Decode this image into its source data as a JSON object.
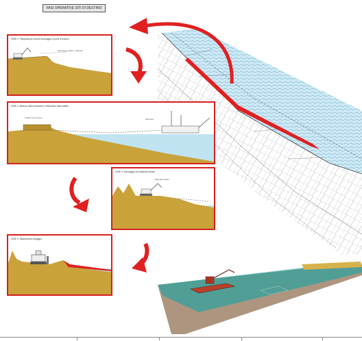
{
  "header": {
    "title": "FASI OPERATIVE SITI DI DESTINO"
  },
  "colors": {
    "accent_red": "#e02020",
    "sand": "#c9a23a",
    "sea": "#bfe3f1",
    "sea_plan": "#cfe9f5",
    "underwater_3d": "#2aa3a0",
    "seabed_3d": "#a08268"
  },
  "panels": [
    {
      "title": "FASE 1: Preparazione zona di stoccaggio e ponte di scarico",
      "callout": "Stoccaggio sabbia / materiale"
    },
    {
      "title": "FASE 2: Attracco della motonave e refluimento della sabbia",
      "callout_a": "Tubazione di scarico",
      "callout_b": "Motonave"
    },
    {
      "title": "FASE 3: Stoccaggio del materiale refluito",
      "callout": "Materiale refluito"
    },
    {
      "title": "FASE 4: Ripascimento spiaggia"
    }
  ],
  "icons": [
    "curved-arrow-icon",
    "excavator-icon",
    "bulldozer-icon",
    "dredger-icon"
  ]
}
